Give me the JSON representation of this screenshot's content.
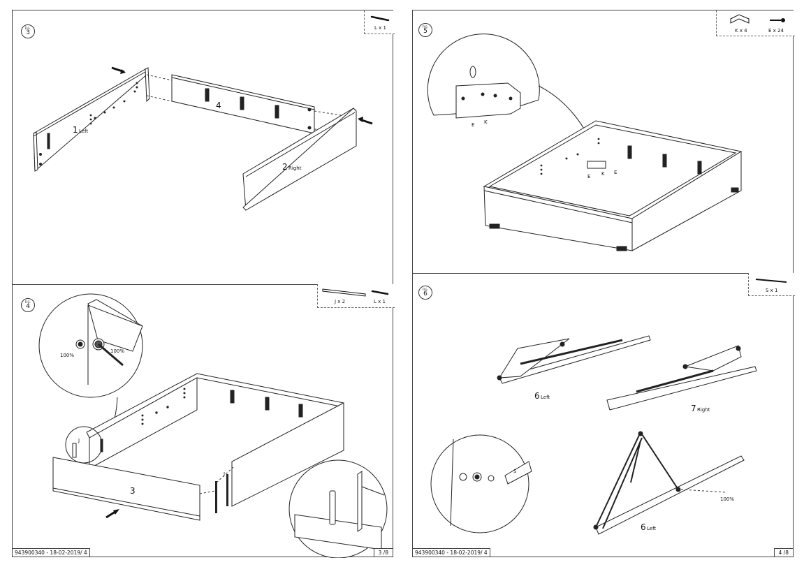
{
  "left_page": {
    "fig3": {
      "fig_label": "FIG.",
      "fig_number": "3",
      "parts": [
        {
          "name": "dowel-icon",
          "label": "L x 1"
        }
      ],
      "callouts": {
        "left_num": "1",
        "left_text": "Left",
        "right_num": "2",
        "right_text": "Right",
        "back_num": "4"
      }
    },
    "fig4": {
      "fig_label": "FIG.",
      "fig_number": "4",
      "parts": [
        {
          "name": "bar-icon",
          "label": "J x 2"
        },
        {
          "name": "dowel-icon",
          "label": "L x 1"
        }
      ],
      "callouts": {
        "glue_a": "100%",
        "glue_b": "100%",
        "front_num": "3",
        "j_a": "J",
        "j_b": "J"
      }
    },
    "footer": {
      "doc_id": "943900340 - 18-02-2019/ 4",
      "page": "3 /8"
    }
  },
  "right_page": {
    "fig5": {
      "fig_label": "FIG.",
      "fig_number": "5",
      "parts": [
        {
          "name": "bracket-icon",
          "label": "K x 4"
        },
        {
          "name": "screw-icon",
          "label": "E x 24"
        }
      ],
      "callouts": {
        "e_a": "E",
        "k_a": "K",
        "e_b": "E",
        "k_b": "K",
        "e_c": "E"
      }
    },
    "fig6": {
      "fig_label": "FIG.",
      "fig_number": "6",
      "parts": [
        {
          "name": "rod-icon",
          "label": "S x 1"
        }
      ],
      "callouts": {
        "left_num": "6",
        "left_text": "Left",
        "right_num": "7",
        "right_text": "Right",
        "s_label": "S",
        "glue": "100%",
        "left2_num": "6",
        "left2_text": "Left"
      }
    },
    "footer": {
      "doc_id": "943900340 - 18-02-2019/ 4",
      "page": "4 /8"
    }
  }
}
